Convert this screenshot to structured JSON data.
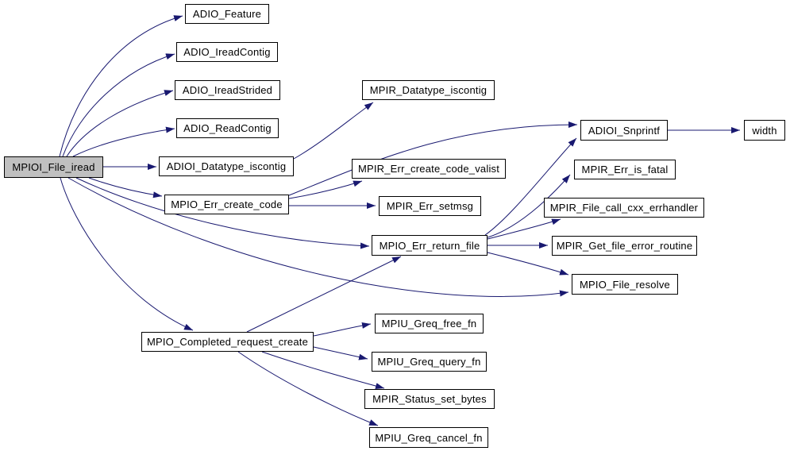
{
  "colors": {
    "background": "#ffffff",
    "edge": "#191970",
    "node_border": "#000000",
    "node_fill": "#ffffff",
    "root_fill": "#c0c0c0",
    "text": "#000000"
  },
  "graph": {
    "type": "call-graph",
    "root_id": "mpioi_file_iread",
    "nodes": [
      {
        "id": "mpioi_file_iread",
        "label": "MPIOI_File_iread"
      },
      {
        "id": "adio_feature",
        "label": "ADIO_Feature"
      },
      {
        "id": "adio_ireadcontig",
        "label": "ADIO_IreadContig"
      },
      {
        "id": "adio_ireadstrided",
        "label": "ADIO_IreadStrided"
      },
      {
        "id": "adio_readcontig",
        "label": "ADIO_ReadContig"
      },
      {
        "id": "adioi_datatype_iscontig",
        "label": "ADIOI_Datatype_iscontig"
      },
      {
        "id": "mpio_err_create_code",
        "label": "MPIO_Err_create_code"
      },
      {
        "id": "mpir_datatype_iscontig",
        "label": "MPIR_Datatype_iscontig"
      },
      {
        "id": "mpir_err_create_code_valist",
        "label": "MPIR_Err_create_code_valist"
      },
      {
        "id": "mpir_err_setmsg",
        "label": "MPIR_Err_setmsg"
      },
      {
        "id": "mpio_err_return_file",
        "label": "MPIO_Err_return_file"
      },
      {
        "id": "adioi_snprintf",
        "label": "ADIOI_Snprintf"
      },
      {
        "id": "width",
        "label": "width"
      },
      {
        "id": "mpir_err_is_fatal",
        "label": "MPIR_Err_is_fatal"
      },
      {
        "id": "mpir_file_call_cxx_errhandler",
        "label": "MPIR_File_call_cxx_errhandler"
      },
      {
        "id": "mpir_get_file_error_routine",
        "label": "MPIR_Get_file_error_routine"
      },
      {
        "id": "mpio_file_resolve",
        "label": "MPIO_File_resolve"
      },
      {
        "id": "mpio_completed_request_create",
        "label": "MPIO_Completed_request_create"
      },
      {
        "id": "mpiu_greq_free_fn",
        "label": "MPIU_Greq_free_fn"
      },
      {
        "id": "mpiu_greq_query_fn",
        "label": "MPIU_Greq_query_fn"
      },
      {
        "id": "mpir_status_set_bytes",
        "label": "MPIR_Status_set_bytes"
      },
      {
        "id": "mpiu_greq_cancel_fn",
        "label": "MPIU_Greq_cancel_fn"
      }
    ],
    "edges": [
      {
        "from": "mpioi_file_iread",
        "to": "adio_feature"
      },
      {
        "from": "mpioi_file_iread",
        "to": "adio_ireadcontig"
      },
      {
        "from": "mpioi_file_iread",
        "to": "adio_ireadstrided"
      },
      {
        "from": "mpioi_file_iread",
        "to": "adio_readcontig"
      },
      {
        "from": "mpioi_file_iread",
        "to": "adioi_datatype_iscontig"
      },
      {
        "from": "mpioi_file_iread",
        "to": "mpio_err_create_code"
      },
      {
        "from": "mpioi_file_iread",
        "to": "mpio_err_return_file"
      },
      {
        "from": "mpioi_file_iread",
        "to": "mpio_file_resolve"
      },
      {
        "from": "mpioi_file_iread",
        "to": "mpio_completed_request_create"
      },
      {
        "from": "adioi_datatype_iscontig",
        "to": "mpir_datatype_iscontig"
      },
      {
        "from": "mpio_err_create_code",
        "to": "adioi_snprintf"
      },
      {
        "from": "mpio_err_create_code",
        "to": "mpir_err_create_code_valist"
      },
      {
        "from": "mpio_err_create_code",
        "to": "mpir_err_setmsg"
      },
      {
        "from": "adioi_snprintf",
        "to": "width"
      },
      {
        "from": "mpio_err_return_file",
        "to": "adioi_snprintf"
      },
      {
        "from": "mpio_err_return_file",
        "to": "mpir_err_is_fatal"
      },
      {
        "from": "mpio_err_return_file",
        "to": "mpir_file_call_cxx_errhandler"
      },
      {
        "from": "mpio_err_return_file",
        "to": "mpir_get_file_error_routine"
      },
      {
        "from": "mpio_err_return_file",
        "to": "mpio_file_resolve"
      },
      {
        "from": "mpio_completed_request_create",
        "to": "mpio_err_return_file"
      },
      {
        "from": "mpio_completed_request_create",
        "to": "mpiu_greq_free_fn"
      },
      {
        "from": "mpio_completed_request_create",
        "to": "mpiu_greq_query_fn"
      },
      {
        "from": "mpio_completed_request_create",
        "to": "mpir_status_set_bytes"
      },
      {
        "from": "mpio_completed_request_create",
        "to": "mpiu_greq_cancel_fn"
      }
    ]
  }
}
